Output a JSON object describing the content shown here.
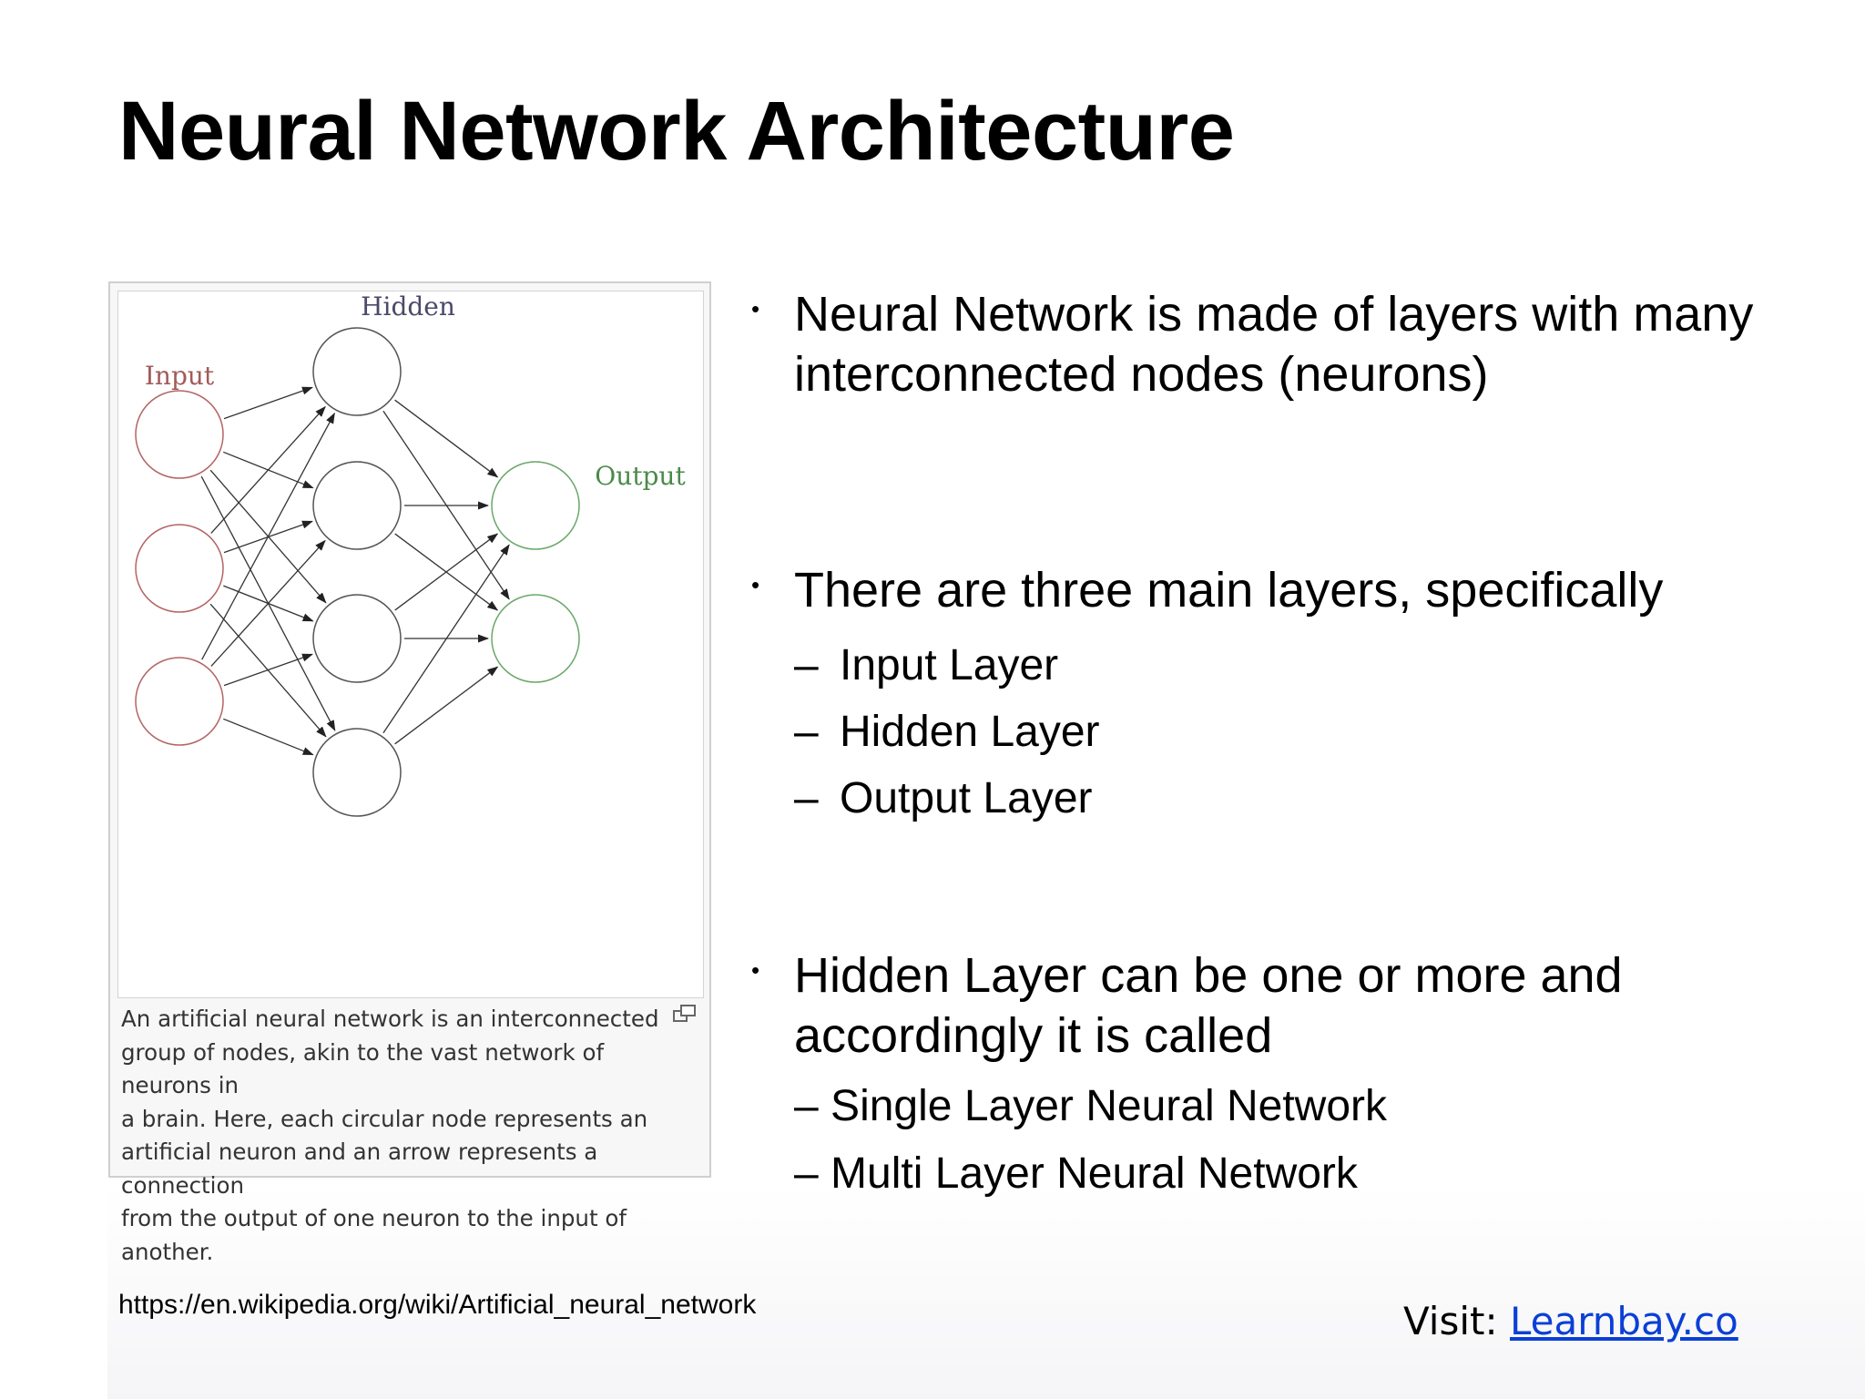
{
  "slide": {
    "title": "Neural Network Architecture"
  },
  "figure": {
    "labels": {
      "input": "Input",
      "hidden": "Hidden",
      "output": "Output"
    },
    "colors": {
      "input": "#a35a5a",
      "hidden": "#4a4a6a",
      "output": "#4a8a4a",
      "input_node": "#b46464",
      "hidden_node": "#555555",
      "output_node": "#6aa86a"
    },
    "caption": [
      "An artificial neural network is an interconnected",
      "group of nodes, akin to the vast network of neurons in",
      "a brain. Here, each circular node represents an",
      "artificial neuron and an arrow represents a connection",
      "from the output of one neuron to the input of another."
    ],
    "enlarge_icon": "enlarge-icon"
  },
  "bullets": [
    {
      "lines": [
        "Neural Network is made of layers with many",
        "interconnected nodes (neurons)"
      ],
      "sub": []
    },
    {
      "lines": [
        "There are three main layers, specifically"
      ],
      "sub": [
        "Input Layer",
        "Hidden Layer",
        "Output Layer"
      ]
    },
    {
      "lines": [
        "Hidden Layer can be one or more and",
        "accordingly it is called"
      ],
      "sub": [
        "Single Layer Neural Network",
        "Multi Layer Neural Network"
      ]
    }
  ],
  "sub_dash": "–",
  "bullet_glyph": "•",
  "footer": {
    "source_url": "https://en.wikipedia.org/wiki/Artificial_neural_network",
    "visit_label": "Visit: ",
    "visit_link": "Learnbay.co",
    "link_color": "#0b3fd6"
  }
}
